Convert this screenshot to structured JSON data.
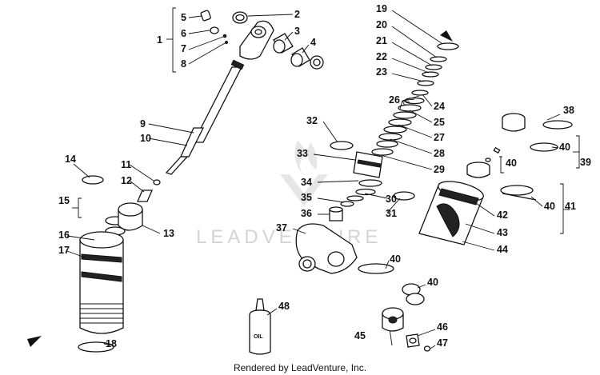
{
  "diagram": {
    "callouts": [
      "1",
      "2",
      "3",
      "4",
      "5",
      "6",
      "7",
      "8",
      "9",
      "10",
      "11",
      "12",
      "13",
      "14",
      "15",
      "16",
      "17",
      "18",
      "19",
      "20",
      "21",
      "22",
      "23",
      "24",
      "25",
      "26",
      "27",
      "28",
      "29",
      "30",
      "31",
      "32",
      "33",
      "34",
      "35",
      "36",
      "37",
      "38",
      "39",
      "40",
      "41",
      "42",
      "43",
      "44",
      "45",
      "46",
      "47",
      "48"
    ],
    "oil_bottle_label": "OIL",
    "watermark": "LEADVENTURE",
    "footer": "Rendered by LeadVenture, Inc."
  }
}
